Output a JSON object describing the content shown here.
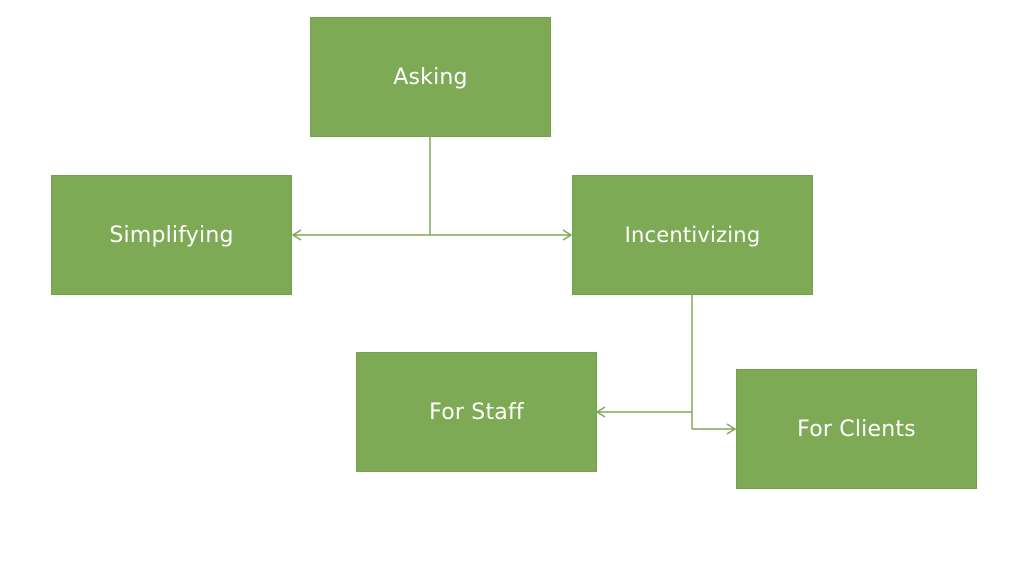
{
  "diagram": {
    "nodes": {
      "asking": "Asking",
      "simplifying": "Simplifying",
      "incentivizing": "Incentivizing",
      "for_staff": "For Staff",
      "for_clients": "For Clients"
    },
    "edges": [
      {
        "from": "Asking",
        "to": "Simplifying"
      },
      {
        "from": "Asking",
        "to": "Incentivizing"
      },
      {
        "from": "Incentivizing",
        "to": "For Staff"
      },
      {
        "from": "Incentivizing",
        "to": "For Clients"
      }
    ],
    "colors": {
      "box_fill": "#7eaa55",
      "connector": "#7eaa55",
      "label_text": "#ffffff"
    }
  }
}
